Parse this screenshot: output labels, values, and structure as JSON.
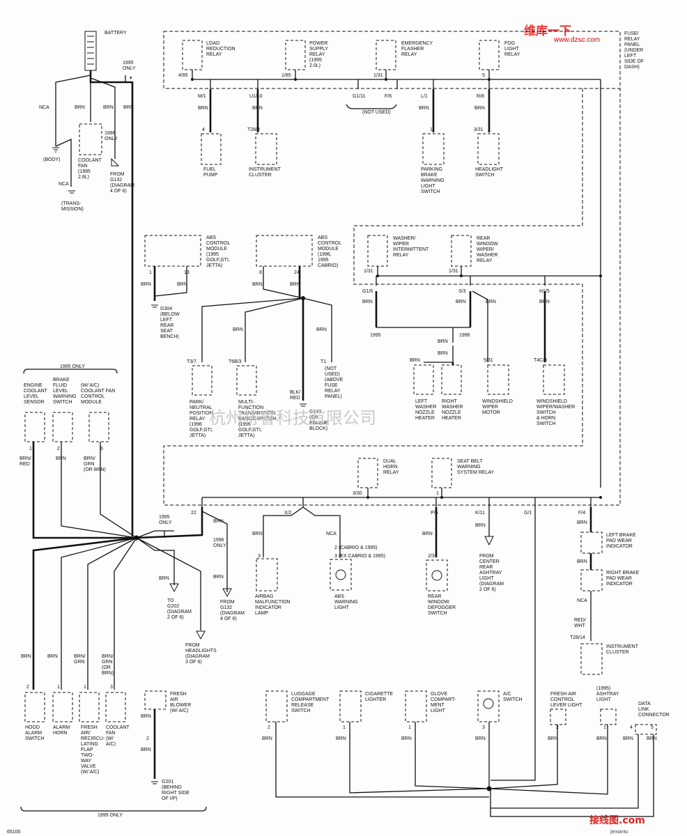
{
  "header": {
    "logo": "维库一下",
    "url": "www.dzsc.com",
    "watermark": "杭州将睿科技有限公司"
  },
  "battery": {
    "label": "BATTERY",
    "note_1995": "1995\nONLY"
  },
  "left": {
    "nca": "NCA",
    "brn": "BRN",
    "body": "(BODY)",
    "trans": "(TRANS-\nMISSION)",
    "coolant_fan": "COOLANT\nFAN\n(1995\n2.8L)",
    "only_1996": "1996\nONLY",
    "from_g132": "FROM\nG132\n(DIAGRAM\n4 OF 6)"
  },
  "panel": {
    "label": "FUSE/\nRELAY\nPANEL\n(UNDER\nLEFT\nSIDE OF\nDASH)",
    "relays": [
      {
        "name": "LOAD\nREDUCTION\nRELAY",
        "pin": "4/85"
      },
      {
        "name": "POWER\nSUPPLY\nRELAY\n(1995\n2.0L)",
        "pin": "1/85"
      },
      {
        "name": "EMERGENCY\nFLASHER\nRELAY",
        "pin": "1/31"
      },
      {
        "name": "FOG\nLIGHT\nRELAY",
        "pin": "5"
      }
    ],
    "not_used": "(NOT USED)",
    "pins": [
      "M/1",
      "U1/10",
      "G1/11",
      "F/6",
      "L/1",
      "R/8"
    ]
  },
  "row1": [
    {
      "name": "FUEL\nPUMP",
      "pin": "4"
    },
    {
      "name": "INSTRUMENT\nCLUSTER",
      "pin": "T28/3"
    },
    {
      "name": "PARKING\nBRAKE\nWARNING\nLIGHT\nSWITCH",
      "pin": "1"
    },
    {
      "name": "HEADLIGHT\nSWITCH",
      "pin": "3/31"
    }
  ],
  "abs": {
    "left": "ABS\nCONTROL\nMODULE\n(1995\nGOLF,GTI,\nJETTA)",
    "right": "ABS\nCONTROL\nMODULE\n(1996,\n1995\nCABRIO)",
    "g304": "G304\n(BELOW\nLEFT\nREAR\nSEAT\nBENCH)",
    "g132": "G132\n(ON\nENGINE\nBLOCK)",
    "t1": "(NOT\nUSED)\n(ABOVE\nFUSE\nRELAY\nPANEL)",
    "blk_red": "BLK/\nRED",
    "park": "PARK/\nNEUTRAL\nPOSITION\nRELAY\n(1996\nGOLF,GTI,\nJETTA)",
    "multi": "MULTI-\nFUNCTION\nTRANSMISSION\nRANGE SWITCH\n(1996\nGOLF,GTI,\nJETTA)"
  },
  "washer": {
    "int_relay": "WASHER/\nWIPER\nINTERMITTENT\nRELAY",
    "rear_relay": "REAR\nWINDOW\nWIPER/\nWASHER\nRELAY",
    "left_heater": "LEFT\nWASHER\nNOZZLE\nHEATER",
    "right_heater": "RIGHT\nWASHER\nNOZZLE\nHEATER",
    "wiper_motor": "WINDSHIELD\nWIPER\nMOTOR",
    "horn_switch": "WINDSHIELD\nWIPER/WASHER\nSWITCH\n& HORN\nSWITCH",
    "y1995": "1995",
    "y1996": "1996"
  },
  "mid": {
    "only_1995": "1995 ONLY",
    "sensor": "ENGINE\nCOOLANT\nLEVEL\nSENSOR",
    "brake_fluid": "BRAKE\nFLUID\nLEVEL\nWARNING\nSWITCH",
    "fan_module": "(W/ A/C)\nCOOLANT FAN\nCONTROL\nMODULE",
    "dual_horn": "DUAL\nHORN\nRELAY",
    "seat_belt": "SEAT BELT\nWARNING\nSYSTEM RELAY"
  },
  "lower": {
    "to_g202": "TO\nG202\n(DIAGRAM\n2 OF 6)",
    "from_g132": "FROM\nG132\n(DIAGRAM\n4 OF 6)",
    "from_headlights": "FROM\nHEADLIGHTS\n(DIAGRAM\n3 OF 6)",
    "airbag": "AIRBAG\nMALFUNCTION\nINDICATOR\nLAMP",
    "abs_light": "ABS\nWARNING\nLIGHT",
    "cabrio": "(CABRIO & 1995)",
    "ex_cabrio": "(EX CABRIO & 1995)",
    "defogger": "REAR\nWINDOW\nDEFOGGER\nSWITCH",
    "from_center": "FROM\nCENTER\nREAR\nASHTRAY\nLIGHT\n(DIAGRAM\n2 OF 6)",
    "left_pad": "LEFT BRAKE\nPAD WEAR\nINDICATOR",
    "right_pad": "RIGHT BRAKE\nPAD WEAR\nINDICATOR",
    "cluster": "INSTRUMENT\nCLUSTER",
    "red_wht": "RED/\nWHT"
  },
  "bottom": {
    "hood": "HOOD\nALARM\nSWITCH",
    "horn": "ALARM\nHORN",
    "flap": "FRESH\nAIR/\nRECIRCU-\nLATING\nFLAP\nTWO-\nWAY\nVALVE\n(W/ A/C)",
    "fan": "COOLANT\nFAN\n(W/\nA/C)",
    "blower": "FRESH\nAIR\nBLOWER\n(W/ A/C)",
    "g201": "G201\n(BEHIND\nRIGHT SIDE\nOF I/P)",
    "luggage": "LUGGAGE\nCOMPARTMENT\nRELEASE\nSWITCH",
    "cigarette": "CIGARETTE\nLIGHTER",
    "glove": "GLOVE\nCOMPART-\nMENT\nLIGHT",
    "ac": "A/C\nSWITCH",
    "fresh_lever": "FRESH AIR\nCONTROL\nLEVER LIGHT",
    "ashtray": "(1995)\nASHTRAY\nLIGHT",
    "dlc": "DATA\nLINK\nCONNECTOR",
    "only_1995": "1995 ONLY",
    "id": "65100",
    "footer": "接线图.com",
    "footer_url": "jiexiantu"
  }
}
